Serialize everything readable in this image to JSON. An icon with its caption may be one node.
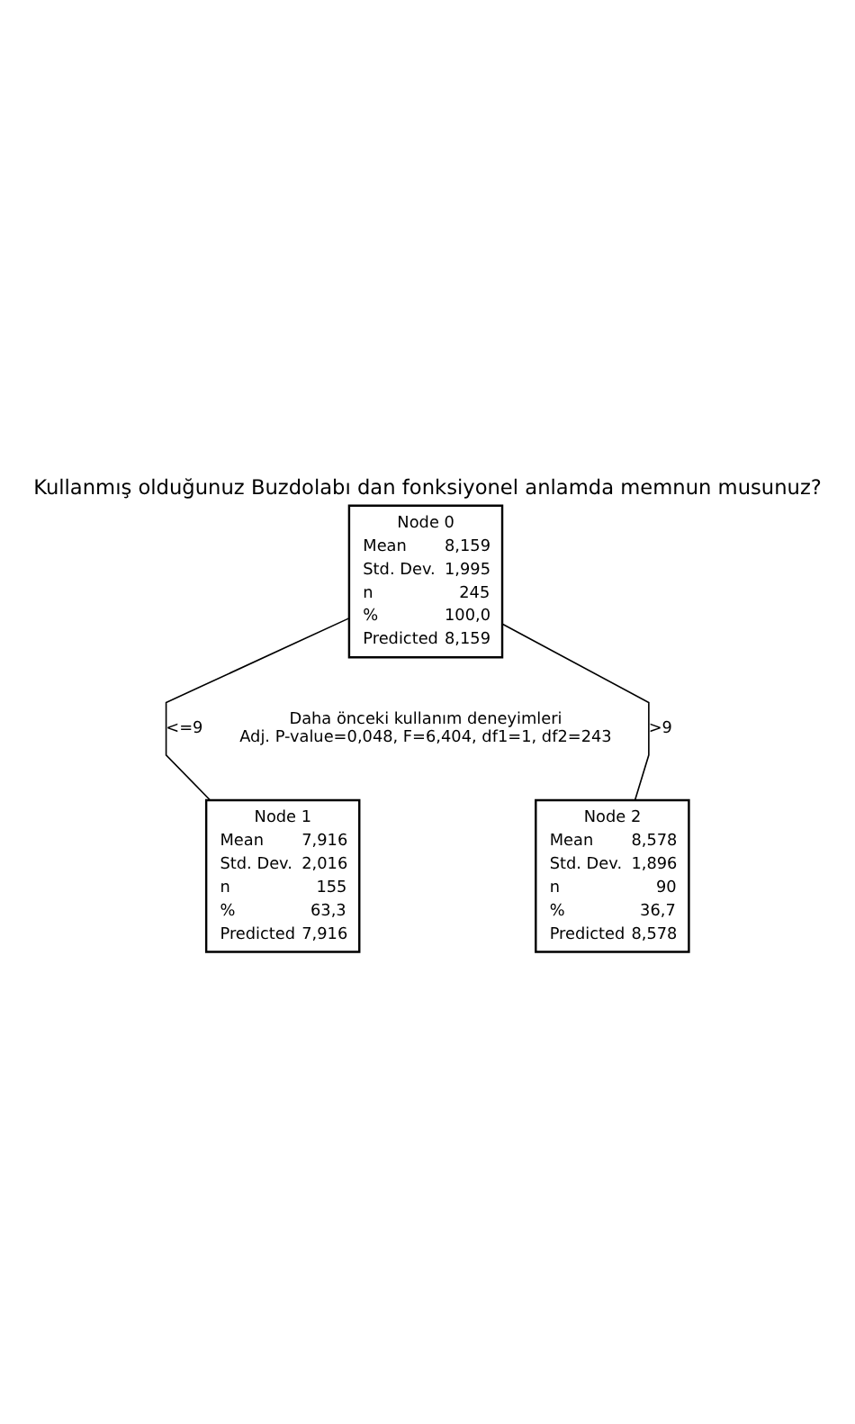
{
  "diagram": {
    "title": "Kullanmış olduğunuz Buzdolabı dan fonksiyonel anlamda memnun musunuz?",
    "nodes": [
      {
        "text": [
          "Node 0",
          "Mean",
          "8,159",
          "Std. Dev.",
          "1,995",
          "n",
          "245",
          "%",
          "100,0",
          "Predicted",
          "8,159"
        ]
      },
      {
        "text": [
          "Node 1",
          "Mean",
          "7,916",
          "Std. Dev.",
          "2,016",
          "n",
          "155",
          "%",
          "63,3",
          "Predicted",
          "7,916"
        ]
      },
      {
        "text": [
          "Node 2",
          "Mean",
          "8,578",
          "Std. Dev.",
          "1,896",
          "n",
          "90",
          "%",
          "36,7",
          "Predicted",
          "8,578"
        ]
      }
    ],
    "edges": [
      {
        "from": 0,
        "to": 1,
        "arrow": "none",
        "label": "<=9"
      },
      {
        "from": 0,
        "to": 2,
        "arrow": "none",
        "label": ">9"
      }
    ],
    "labels": [
      "Daha önceki kullanım deneyimleri",
      "Adj. P-value=0,048, F=6,404, df1=1, df2=243"
    ]
  }
}
